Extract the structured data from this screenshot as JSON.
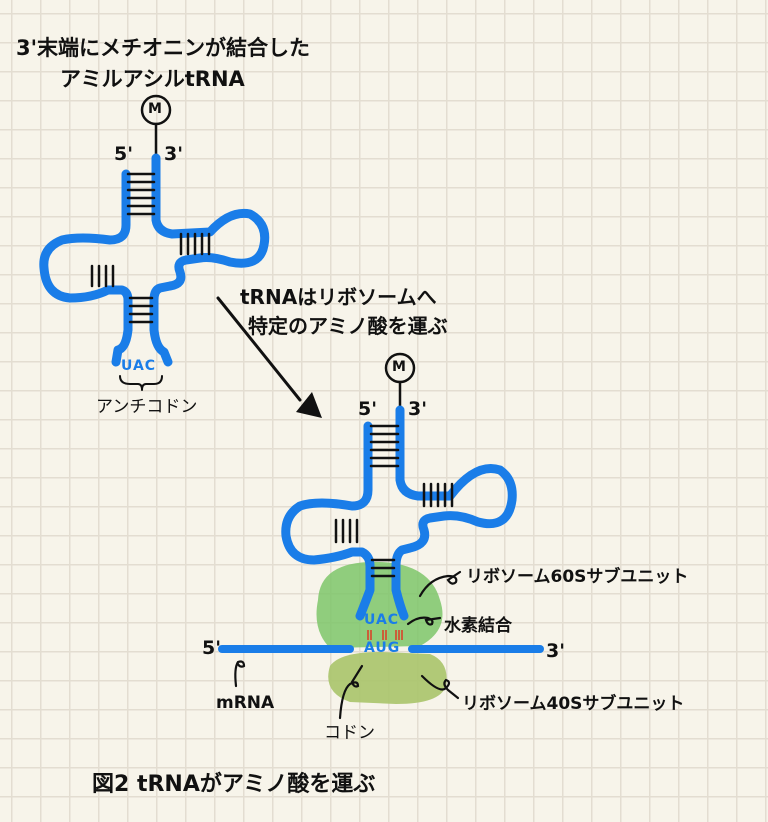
{
  "title_top": {
    "line1": "3'末端にメチオニンが結合した",
    "line2": "アミルアシルtRNA"
  },
  "trna_free": {
    "amino_acid_label": "M",
    "five_prime": "5'",
    "three_prime": "3'",
    "anticodon": "UAC",
    "anticodon_label": "アンチコドン"
  },
  "arrow_caption": {
    "line1": "tRNAはリボソームへ",
    "line2": "特定のアミノ酸を運ぶ"
  },
  "trna_bound": {
    "amino_acid_label": "M",
    "five_prime": "5'",
    "three_prime": "3'",
    "anticodon": "UAC",
    "codon": "AUG"
  },
  "mrna": {
    "five_prime": "5'",
    "three_prime": "3'",
    "label": "mRNA"
  },
  "labels": {
    "ribosome_60s": "リボソーム60Sサブユニット",
    "ribosome_40s": "リボソーム40Sサブユニット",
    "hydrogen_bond": "水素結合",
    "codon": "コドン"
  },
  "caption": "図2 tRNAがアミノ酸を運ぶ",
  "colors": {
    "background": "#f7f4ea",
    "grid": "#e3ddd1",
    "rna_blue": "#1a7de8",
    "ribosome_60s": "#7ec56a",
    "ribosome_40s": "#a9c46a",
    "hydrogen_bond": "#d8432a",
    "ink": "#111111"
  }
}
